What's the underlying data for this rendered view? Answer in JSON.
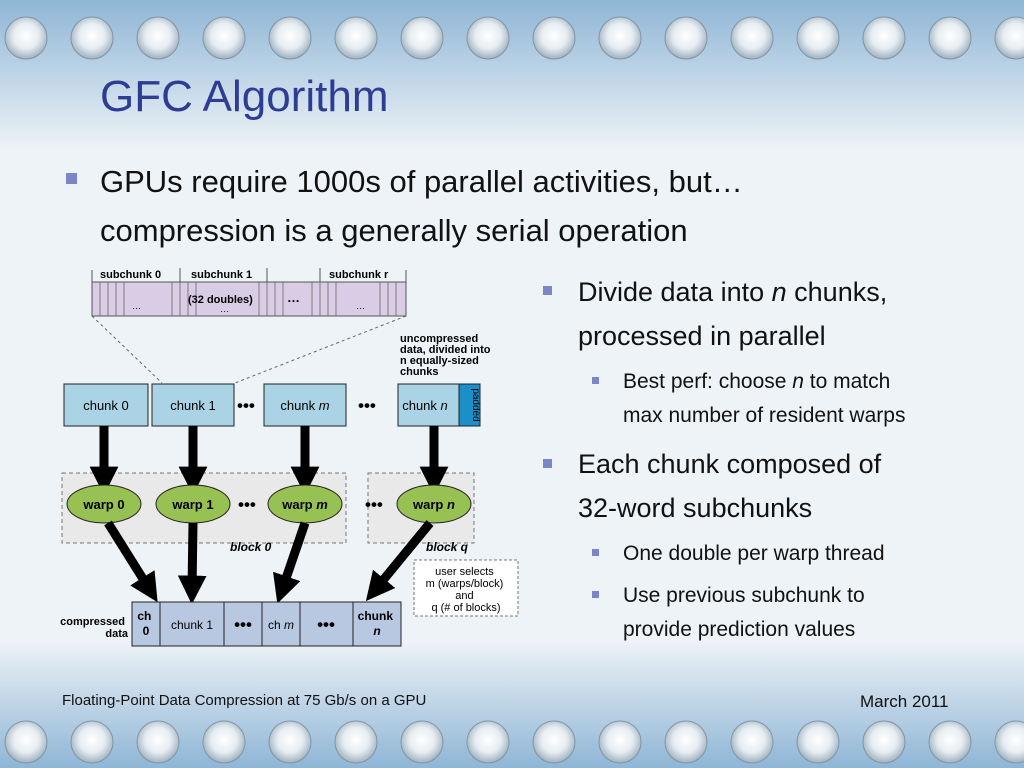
{
  "slide": {
    "title": "GFC Algorithm",
    "main_bullet": {
      "line1": "GPUs require 1000s of parallel activities, but…",
      "line2": "compression is a generally serial operation"
    },
    "right_bullets": [
      {
        "line1_pre": "Divide data into ",
        "line1_em": "n",
        "line1_post": " chunks,",
        "line2": "processed in parallel",
        "sub": [
          {
            "line1_pre": "Best perf: choose ",
            "line1_em": "n",
            "line1_post": " to match",
            "line2": "max number of resident warps"
          }
        ]
      },
      {
        "line1": "Each chunk composed of",
        "line2": "32-word subchunks",
        "sub": [
          {
            "line1": "One double per warp thread"
          },
          {
            "line1": "Use previous subchunk to",
            "line2": "provide prediction values"
          }
        ]
      }
    ]
  },
  "diagram": {
    "subchunks": {
      "labels": [
        "subchunk 0",
        "subchunk 1",
        "subchunk r"
      ],
      "inner_text": "(32 doubles)",
      "ellipsis": "…"
    },
    "uncompressed_note": [
      "uncompressed",
      "data, divided into",
      "n equally-sized",
      "chunks"
    ],
    "chunks": [
      "chunk 0",
      "chunk 1",
      "chunk m",
      "chunk n"
    ],
    "padded_label": "padded",
    "warps": [
      "warp 0",
      "warp 1",
      "warp m",
      "warp n"
    ],
    "blocks": [
      "block 0",
      "block q"
    ],
    "user_note": [
      "user selects",
      "m (warps/block)",
      "and",
      "q (# of blocks)"
    ],
    "compressed_label": [
      "compressed",
      "data"
    ],
    "compressed_cells": {
      "ch0": [
        "ch",
        "0"
      ],
      "chunk1": "chunk 1",
      "chm": "ch m",
      "chunkn": [
        "chunk",
        "n"
      ]
    },
    "dots": "•••",
    "colors": {
      "subchunk_fill": "#d9cde6",
      "chunk_fill": "#aad3e6",
      "padded_fill": "#1b8fc7",
      "warp_fill": "#98c154",
      "block_fill": "#e9e9e9",
      "compressed_fill": "#b8c8e0"
    }
  },
  "footer": {
    "left": "Floating-Point Data Compression at 75 Gb/s on a GPU",
    "right": "March 2011"
  }
}
